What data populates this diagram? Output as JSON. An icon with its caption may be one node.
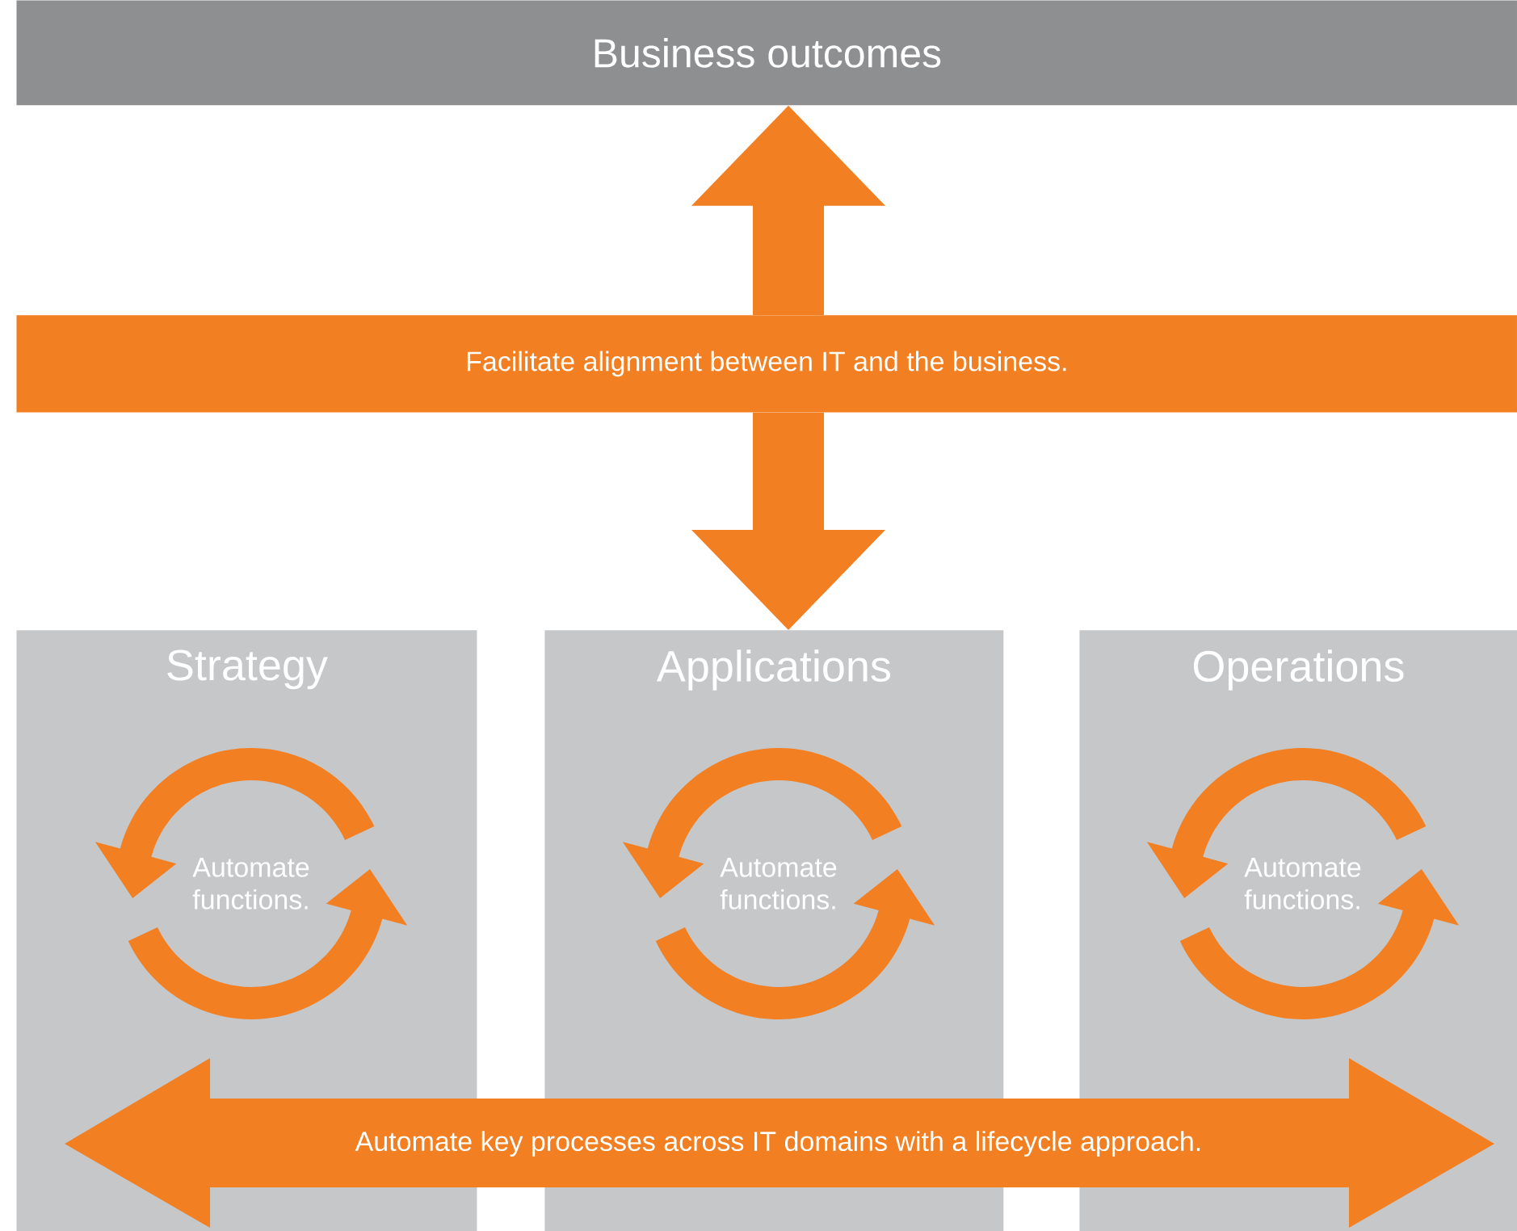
{
  "diagram": {
    "nodes": [
      {
        "text": [
          "Business outcomes"
        ]
      },
      {
        "text": [
          "Facilitate alignment between IT and the business."
        ]
      },
      {
        "text": [
          "Strategy"
        ]
      },
      {
        "text": [
          "Applications"
        ]
      },
      {
        "text": [
          "Operations"
        ]
      },
      {
        "text": [
          "Automate functions."
        ],
        "in": 2
      },
      {
        "text": [
          "Automate functions."
        ],
        "in": 3
      },
      {
        "text": [
          "Automate functions."
        ],
        "in": 4
      },
      {
        "text": [
          "Automate key processes across IT domains with a lifecycle approach."
        ]
      }
    ],
    "edges": [
      {
        "from": 1,
        "to": 0,
        "arrow": "to"
      },
      {
        "from": 1,
        "to": 3,
        "arrow": "to"
      }
    ]
  }
}
